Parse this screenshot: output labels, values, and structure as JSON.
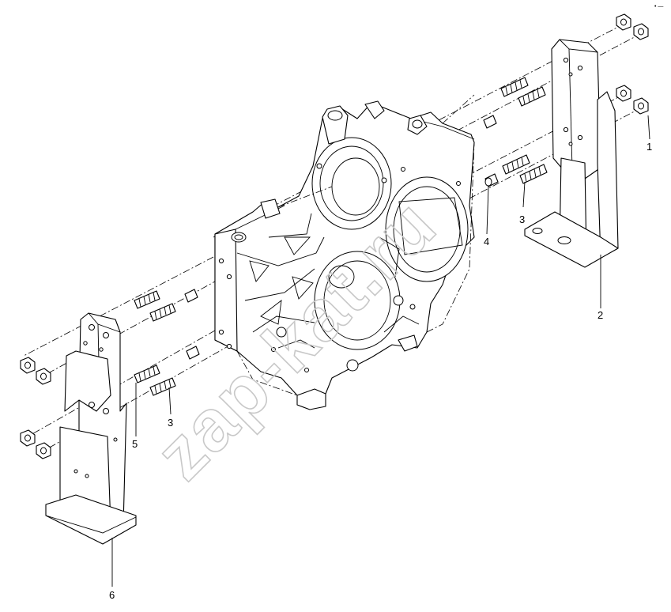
{
  "watermark": "zap-kat.ru",
  "corner_mark": "• —",
  "callouts": [
    {
      "id": "callout-1",
      "label": "1"
    },
    {
      "id": "callout-2",
      "label": "2"
    },
    {
      "id": "callout-3-right",
      "label": "3"
    },
    {
      "id": "callout-4",
      "label": "4"
    },
    {
      "id": "callout-3-left",
      "label": "3"
    },
    {
      "id": "callout-5",
      "label": "5"
    },
    {
      "id": "callout-6",
      "label": "6"
    }
  ]
}
